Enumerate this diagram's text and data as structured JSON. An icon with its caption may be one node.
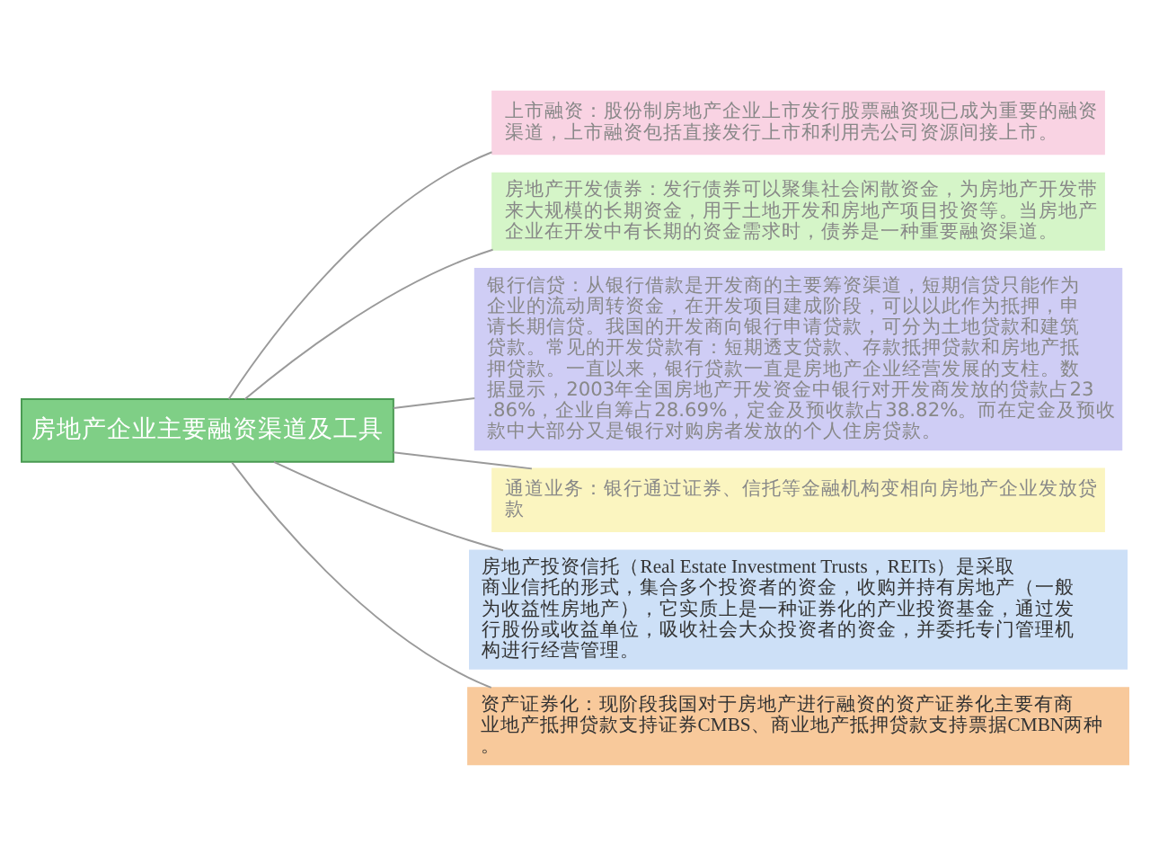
{
  "diagram": {
    "nodes": [
      {
        "text": [
          "房地产企业主要融资渠道及工具"
        ]
      },
      {
        "text": [
          "上市融资：股份制房地产企业上市发行股票融资现已成为重要的融资渠道，上市融资包括直接发行上市和利用壳公司资源间接上市。"
        ]
      },
      {
        "text": [
          "房地产开发债券：发行债券可以聚集社会闲散资金，为房地产开发带来大规模的长期资金，用于土地开发和房地产项目投资等。当房地产企业在开发中有长期的资金需求时，债券是一种重要融资渠道。"
        ]
      },
      {
        "text": [
          "银行信贷：从银行借款是开发商的主要筹资渠道，短期信贷只能作为企业的流动周转资金，在开发项目建成阶段，可以以此作为抵押，申请长期信贷。我国的开发商向银行申请贷款，可分为土地贷款和建筑贷款。常见的开发贷款有：短期透支贷款、存款抵押贷款和房地产抵押贷款。一直以来，银行贷款一直是房地产企业经营发展的支柱。数据显示，2003年全国房地产开发资金中银行对开发商发放的贷款占23.86%，企业自筹占28.69%，定金及预收款占38.82%。而在定金及预收款中大部分又是银行对购房者发放的个人住房贷款。"
        ]
      },
      {
        "text": [
          "通道业务：银行通过证券、信托等金融机构变相向房地产企业发放贷款"
        ]
      },
      {
        "text": [
          "房地产投资信托（Real Estate Investment Trusts，REITs）是采取商业信托的形式，集合多个投资者的资金，收购并持有房地产（一般为收益性房地产），它实质上是一种证券化的产业投资基金，通过发行股份或收益单位，吸收社会大众投资者的资金，并委托专门管理机构进行经营管理。"
        ]
      },
      {
        "text": [
          "资产证券化：现阶段我国对于房地产进行融资的资产证券化主要有商业地产抵押贷款支持证券CMBS、商业地产抵押贷款支持票据CMBN两种。"
        ]
      }
    ],
    "edges": [
      {
        "from": 0,
        "to": 1,
        "arrow": "none"
      },
      {
        "from": 0,
        "to": 2,
        "arrow": "none"
      },
      {
        "from": 0,
        "to": 3,
        "arrow": "none"
      },
      {
        "from": 0,
        "to": 4,
        "arrow": "none"
      },
      {
        "from": 0,
        "to": 5,
        "arrow": "none"
      },
      {
        "from": 0,
        "to": 6,
        "arrow": "none"
      }
    ]
  }
}
